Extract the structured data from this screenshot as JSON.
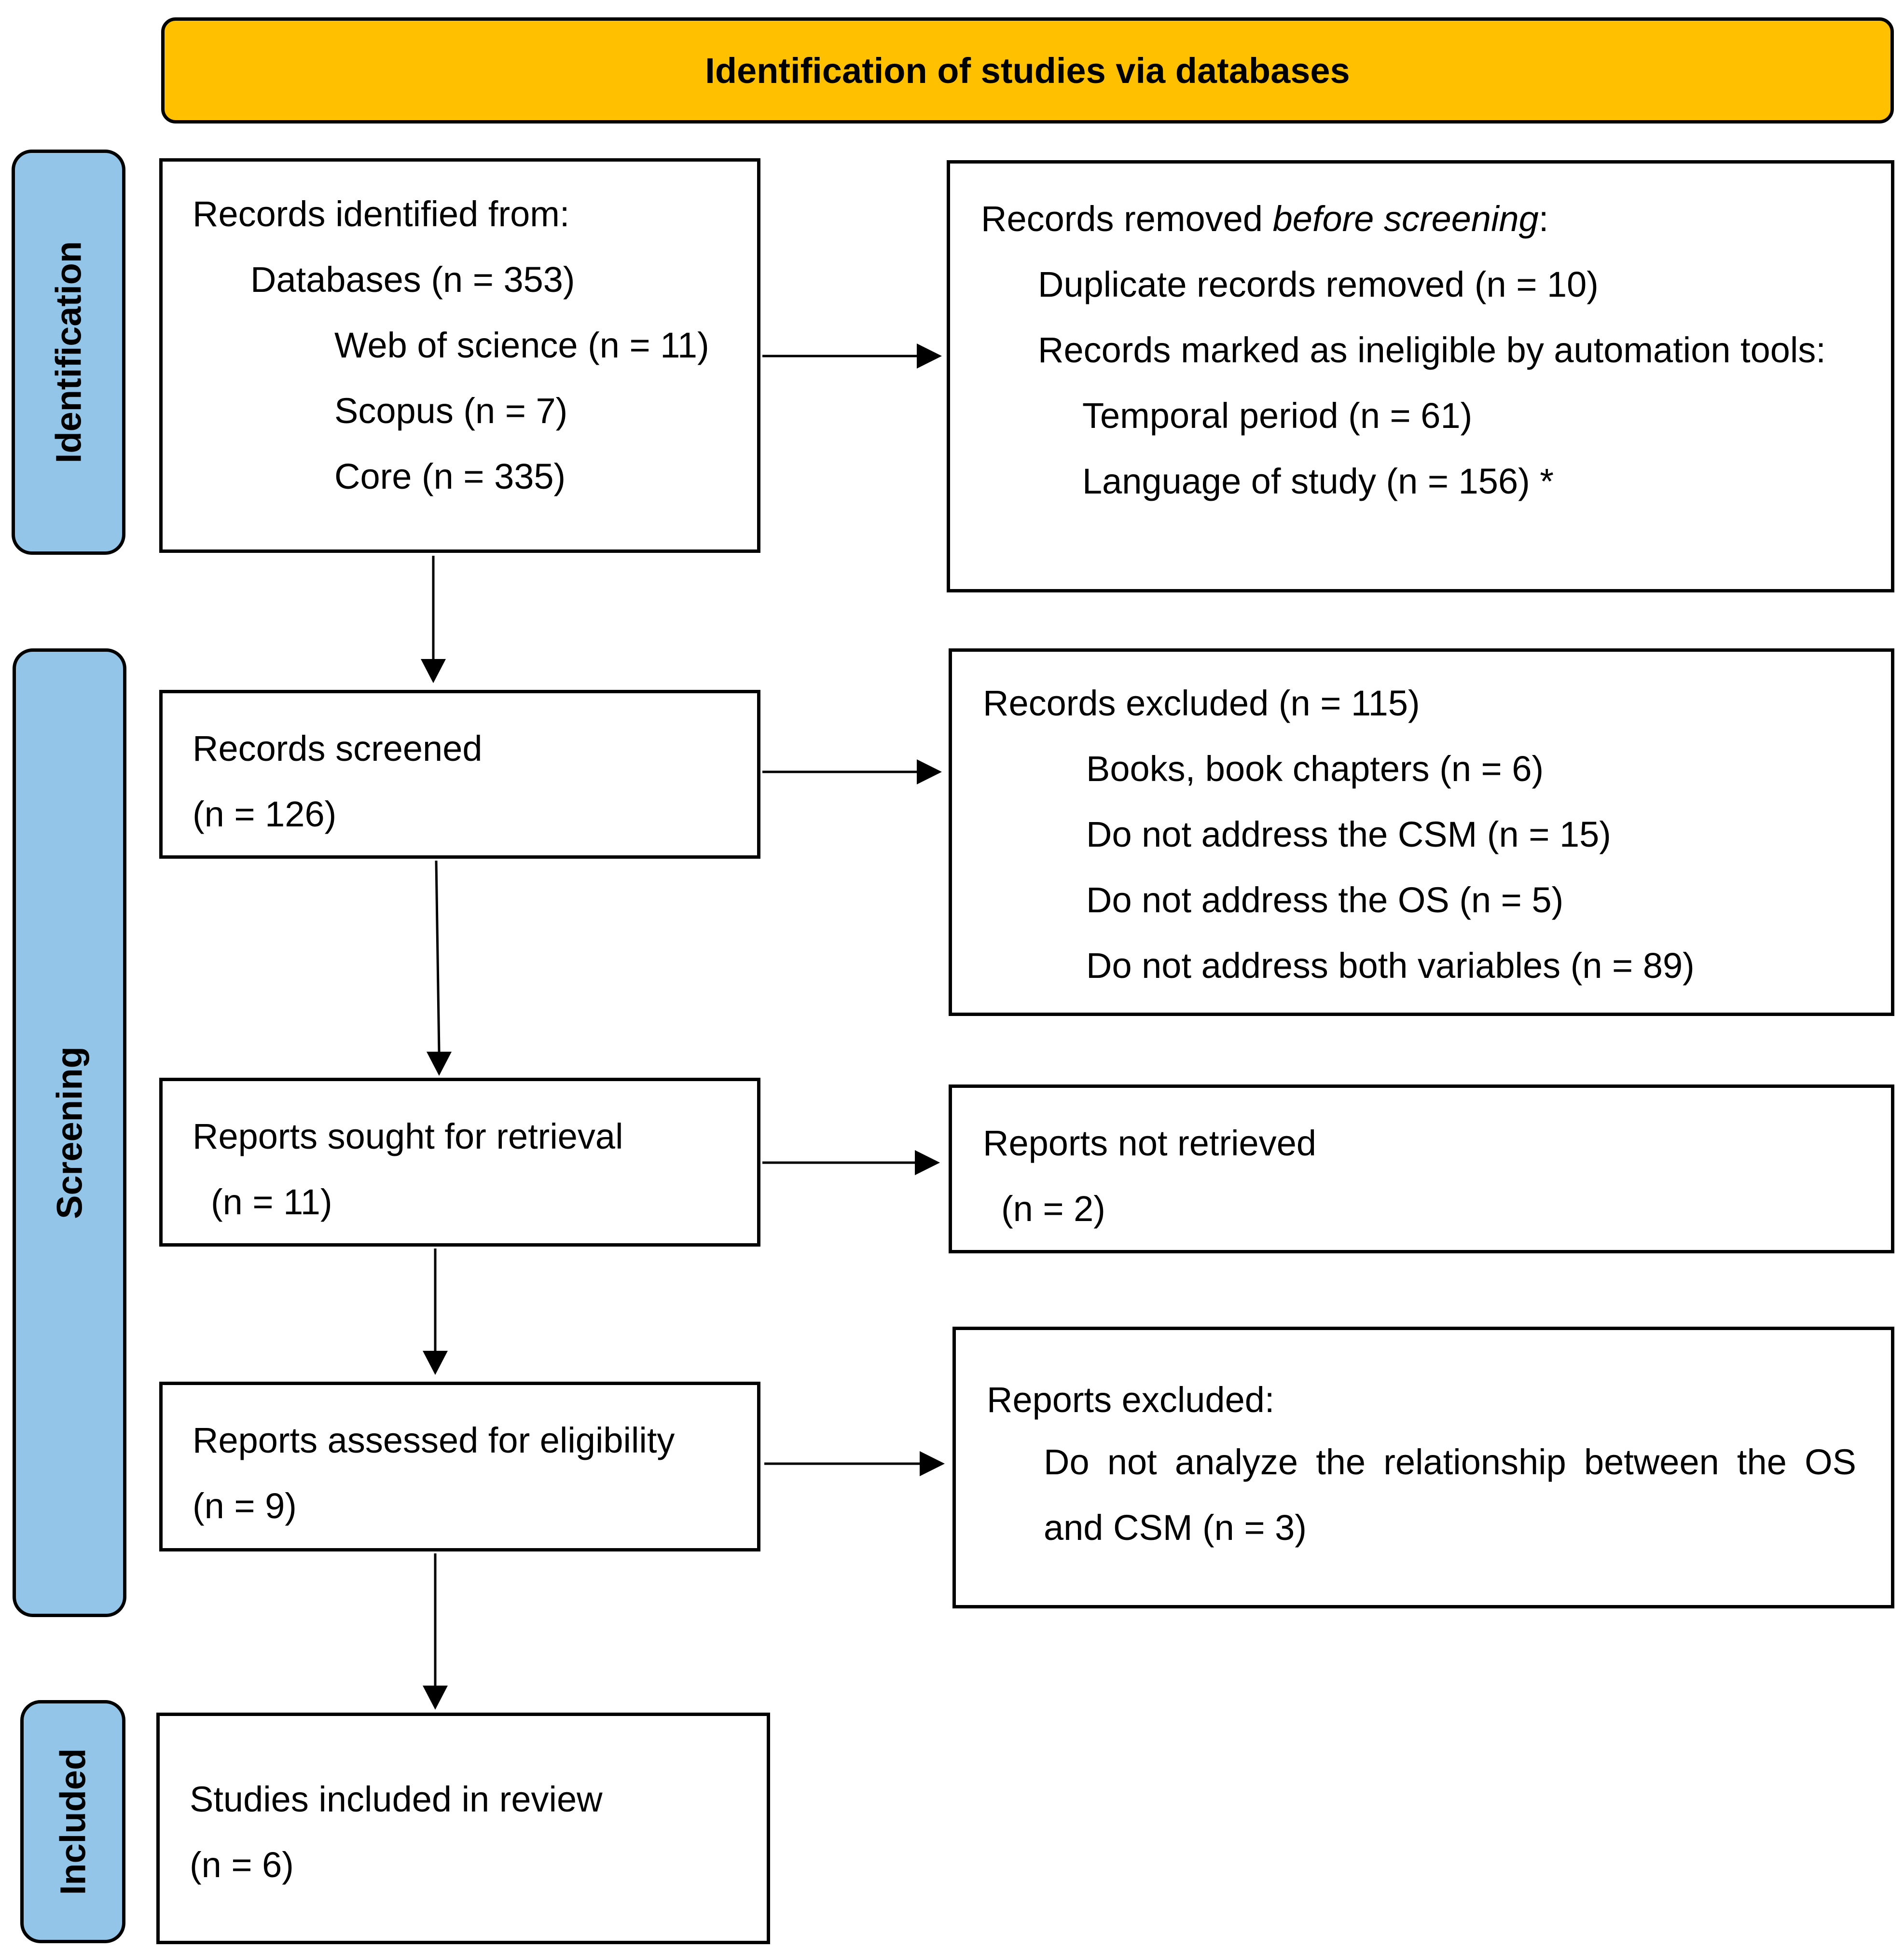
{
  "header": {
    "title": "Identification of studies via databases"
  },
  "phases": {
    "identification": "Identification",
    "screening": "Screening",
    "included": "Included"
  },
  "identified": {
    "heading": "Records identified from:",
    "databases": "Databases (n = 353)",
    "web_of_science": "Web of science (n = 11)",
    "scopus": "Scopus (n = 7)",
    "core": "Core (n = 335)"
  },
  "removed": {
    "heading_prefix": "Records removed ",
    "heading_italic": "before screening",
    "heading_suffix": ":",
    "duplicates": "Duplicate records removed (n = 10)",
    "automation": "Records marked as ineligible by automation tools:",
    "temporal": "Temporal period (n = 61)",
    "language": "Language of study (n = 156) *"
  },
  "screened": {
    "label": "Records screened",
    "count": "(n = 126)"
  },
  "excluded": {
    "heading": "Records excluded (n = 115)",
    "books": "Books, book chapters (n = 6)",
    "no_csm": "Do not address the CSM (n = 15)",
    "no_os": "Do not address the OS (n = 5)",
    "no_both": "Do not address both variables (n = 89)"
  },
  "sought": {
    "label": "Reports sought for retrieval",
    "count": "(n = 11)"
  },
  "not_retrieved": {
    "label": "Reports not retrieved",
    "count": "(n = 2)"
  },
  "assessed": {
    "label": "Reports assessed for eligibility",
    "count": "(n = 9)"
  },
  "reports_excluded": {
    "heading": "Reports excluded:",
    "reason": "Do not analyze the relationship between the OS and CSM (n = 3)"
  },
  "included": {
    "label": "Studies included in review",
    "count": "(n = 6)"
  }
}
